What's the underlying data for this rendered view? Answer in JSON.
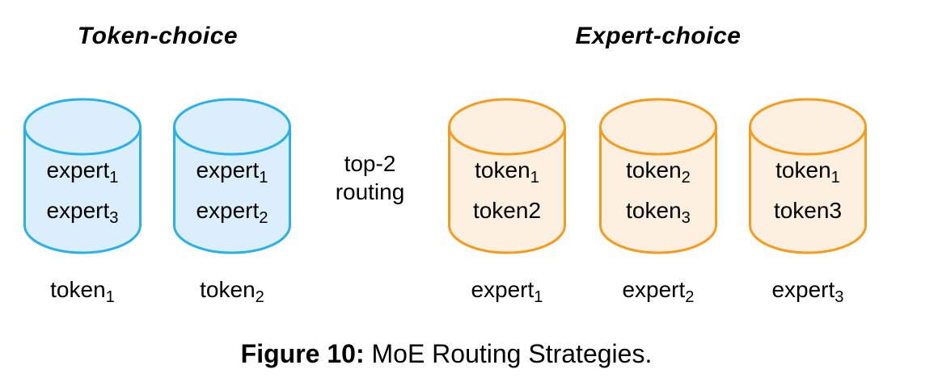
{
  "token_choice": {
    "title": "Token-choice",
    "cylinders": [
      {
        "lines": [
          {
            "base": "expert",
            "sub": "1"
          },
          {
            "base": "expert",
            "sub": "3"
          }
        ],
        "label": {
          "base": "token",
          "sub": "1"
        }
      },
      {
        "lines": [
          {
            "base": "expert",
            "sub": "1"
          },
          {
            "base": "expert",
            "sub": "2"
          }
        ],
        "label": {
          "base": "token",
          "sub": "2"
        }
      }
    ]
  },
  "routing": {
    "line1": "top-2",
    "line2": "routing"
  },
  "expert_choice": {
    "title": "Expert-choice",
    "cylinders": [
      {
        "lines": [
          {
            "base": "token",
            "sub": "1"
          },
          {
            "base": "token2",
            "sub": ""
          }
        ],
        "label": {
          "base": "expert",
          "sub": "1"
        }
      },
      {
        "lines": [
          {
            "base": "token",
            "sub": "2"
          },
          {
            "base": "token",
            "sub": "3"
          }
        ],
        "label": {
          "base": "expert",
          "sub": "2"
        }
      },
      {
        "lines": [
          {
            "base": "token",
            "sub": "1"
          },
          {
            "base": "token3",
            "sub": ""
          }
        ],
        "label": {
          "base": "expert",
          "sub": "3"
        }
      }
    ]
  },
  "caption": {
    "label": "Figure 10:",
    "text": "MoE Routing Strategies."
  },
  "colors": {
    "token_choice_stroke": "#29b2ea",
    "token_choice_fill": "#daeefb",
    "expert_choice_stroke": "#f79b1b",
    "expert_choice_fill": "#fdf0e1",
    "text": "#000000",
    "background": "#ffffff"
  }
}
